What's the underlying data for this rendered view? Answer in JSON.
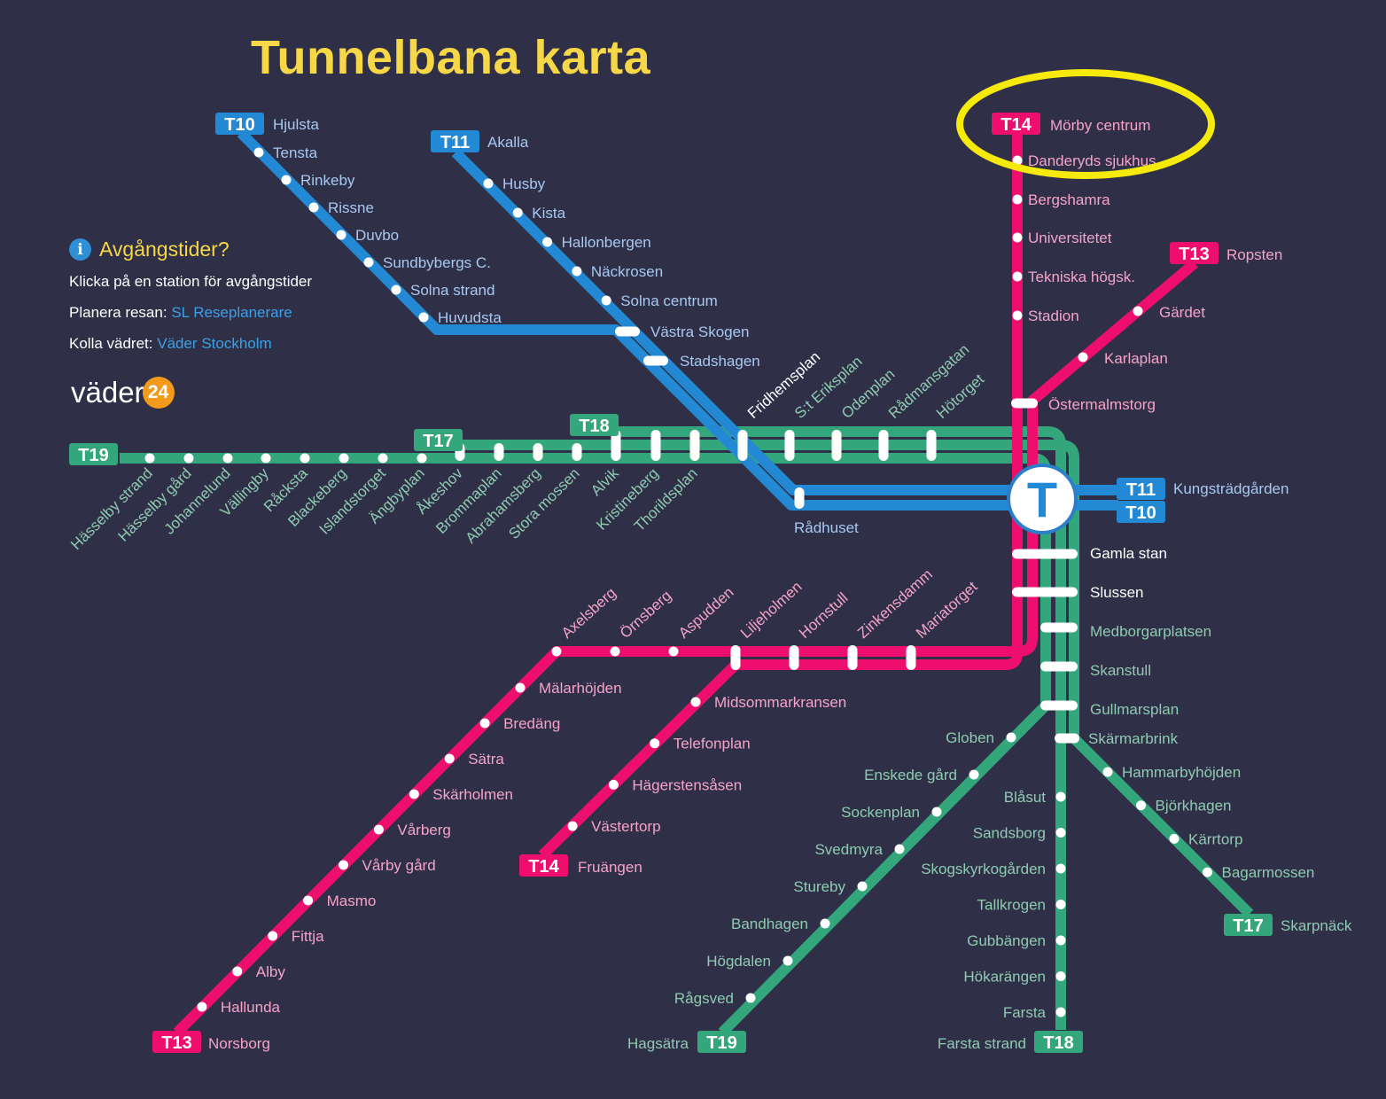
{
  "title": "Tunnelbana karta",
  "info": {
    "heading": "Avgångstider?",
    "icon": "info-icon",
    "line1": "Klicka på en station för avgångstider",
    "plan_label": "Planera resan:",
    "plan_link": "SL Reseplanerare",
    "weather_label": "Kolla vädret:",
    "weather_link": "Väder Stockholm",
    "logo_text": "väder",
    "logo_badge": "24"
  },
  "colors": {
    "background": "#2f3048",
    "blue": "#2489d4",
    "pink": "#ee0e6e",
    "green": "#33a77b",
    "highlight": "#f5ea0b",
    "label_blue": "#a9c8f0",
    "label_pink": "#f5a3c8",
    "label_green": "#8fcbb1",
    "label_white": "#ffffff"
  },
  "lines": {
    "T10": {
      "color": "#2489d4"
    },
    "T11": {
      "color": "#2489d4"
    },
    "T13": {
      "color": "#ee0e6e"
    },
    "T14": {
      "color": "#ee0e6e"
    },
    "T17": {
      "color": "#33a77b"
    },
    "T18": {
      "color": "#33a77b"
    },
    "T19": {
      "color": "#33a77b"
    }
  },
  "hub_symbol": "T",
  "terminals": [
    {
      "line": "T10",
      "station": "Hjulsta"
    },
    {
      "line": "T11",
      "station": "Akalla"
    },
    {
      "line": "T14",
      "station": "Mörby centrum"
    },
    {
      "line": "T13",
      "station": "Ropsten"
    },
    {
      "line": "T11",
      "station": "Kungsträdgården"
    },
    {
      "line": "T10",
      "station": null
    },
    {
      "line": "T19",
      "station": null
    },
    {
      "line": "T17",
      "station": null
    },
    {
      "line": "T18",
      "station": null
    },
    {
      "line": "T13",
      "station": "Norsborg"
    },
    {
      "line": "T14",
      "station": "Fruängen"
    },
    {
      "line": "T19",
      "station": "Hagsätra"
    },
    {
      "line": "T18",
      "station": "Farsta strand"
    },
    {
      "line": "T17",
      "station": "Skarpnäck"
    }
  ],
  "station_groups": {
    "t10_north": [
      "Tensta",
      "Rinkeby",
      "Rissne",
      "Duvbo",
      "Sundbybergs C.",
      "Solna strand",
      "Huvudsta"
    ],
    "t11_north": [
      "Husby",
      "Kista",
      "Hallonbergen",
      "Näckrosen",
      "Solna centrum"
    ],
    "blue_shared": [
      "Västra Skogen",
      "Stadshagen",
      "Rådhuset"
    ],
    "green_west": [
      "Hässelby strand",
      "Hässelby gård",
      "Johannelund",
      "Vällingby",
      "Råcksta",
      "Blackeberg",
      "Islandstorget",
      "Ängbyplan",
      "Åkeshov",
      "Brommaplan",
      "Abrahamsberg",
      "Stora mossen",
      "Alvik",
      "Kristineberg",
      "Thorildsplan"
    ],
    "green_center": [
      "Fridhemsplan",
      "S:t Eriksplan",
      "Odenplan",
      "Rådmansgatan",
      "Hötorget"
    ],
    "t14_north": [
      "Danderyds sjukhus",
      "Bergshamra",
      "Universitetet",
      "Tekniska högsk.",
      "Stadion",
      "Östermalmstorg"
    ],
    "t13_north": [
      "Gärdet",
      "Karlaplan"
    ],
    "central_south": [
      "Gamla stan",
      "Slussen",
      "Medborgarplatsen",
      "Skanstull",
      "Gullmarsplan",
      "Skärmarbrink"
    ],
    "pink_west": [
      "Axelsberg",
      "Örnsberg",
      "Aspudden",
      "Liljeholmen",
      "Hornstull",
      "Zinkensdamm",
      "Mariatorget"
    ],
    "t13_south": [
      "Mälarhöjden",
      "Bredäng",
      "Sätra",
      "Skärholmen",
      "Vårberg",
      "Vårby gård",
      "Masmo",
      "Fittja",
      "Alby",
      "Hallunda"
    ],
    "t14_south": [
      "Midsommarkransen",
      "Telefonplan",
      "Hägerstensåsen",
      "Västertorp"
    ],
    "t19_south": [
      "Globen",
      "Enskede gård",
      "Sockenplan",
      "Svedmyra",
      "Stureby",
      "Bandhagen",
      "Högdalen",
      "Rågsved"
    ],
    "t18_south": [
      "Blåsut",
      "Sandsborg",
      "Skogskyrkogården",
      "Tallkrogen",
      "Gubbängen",
      "Hökarängen",
      "Farsta"
    ],
    "t17_south": [
      "Hammarbyhöjden",
      "Björkhagen",
      "Kärrtorp",
      "Bagarmossen"
    ]
  }
}
